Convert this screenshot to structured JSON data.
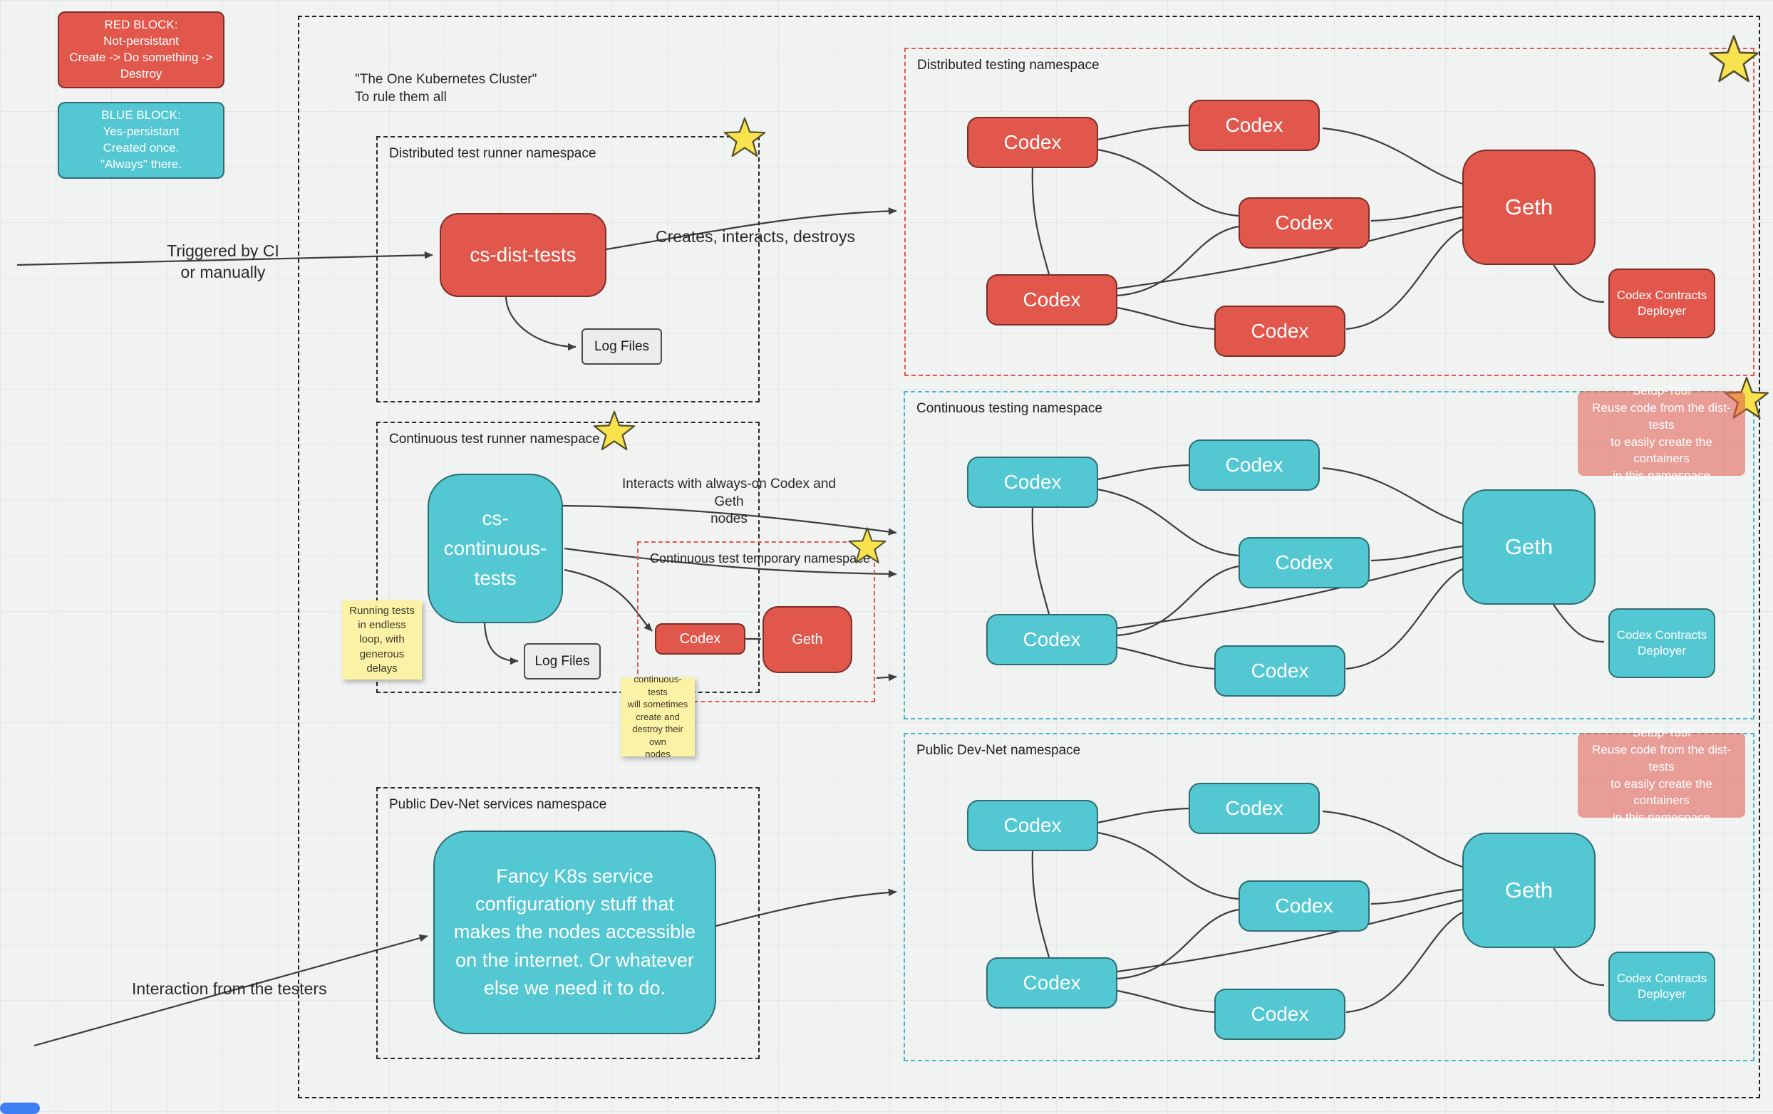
{
  "legend": {
    "red_block": "RED BLOCK:\nNot-persistant\nCreate -> Do something ->\nDestroy",
    "blue_block": "BLUE BLOCK:\nYes-persistant\nCreated once.\n\"Always\" there."
  },
  "cluster": {
    "title": "\"The One Kubernetes Cluster\"\nTo rule them all"
  },
  "annotations": {
    "triggered_by": "Triggered by CI\nor manually",
    "creates_interacts": "Creates, interacts, destroys",
    "interacts_always_on": "Interacts with always-on Codex and Geth\nnodes",
    "interaction_testers": "Interaction from the testers"
  },
  "namespaces": {
    "distributed_runner": "Distributed test runner namespace",
    "distributed_testing": "Distributed testing namespace",
    "continuous_runner": "Continuous test runner namespace",
    "continuous_temporary": "Continuous test temporary namespace",
    "continuous_testing": "Continuous testing namespace",
    "devnet_services": "Public Dev-Net services namespace",
    "devnet": "Public Dev-Net namespace"
  },
  "nodes": {
    "cs_dist_tests": "cs-dist-tests",
    "cs_continuous_tests": "cs-\ncontinuous-\ntests",
    "log_files": "Log Files",
    "codex": "Codex",
    "geth": "Geth",
    "codex_contracts_deployer": "Codex Contracts\nDeployer",
    "fancy_service": "Fancy K8s service\nconfigurationy stuff that\nmakes the nodes accessible\non the internet. Or whatever\nelse we need it to do."
  },
  "notes": {
    "running_tests": "Running tests\nin endless\nloop, with\ngenerous\ndelays",
    "continuous_tests_note": "continuous-tests\nwill sometimes\ncreate and\ndestroy their own\nnodes",
    "setup_tool": "Setup-Tool\nReuse code from the dist-tests\nto easily create the containers\nin this namespace"
  },
  "colors": {
    "red": "#e2574c",
    "teal": "#54c8d2",
    "sticky_yellow": "#fcf2a5",
    "salmon_note": "rgba(226,87,76,0.55)",
    "star_yellow": "#f8e34e",
    "wire": "#3d3d3d"
  }
}
